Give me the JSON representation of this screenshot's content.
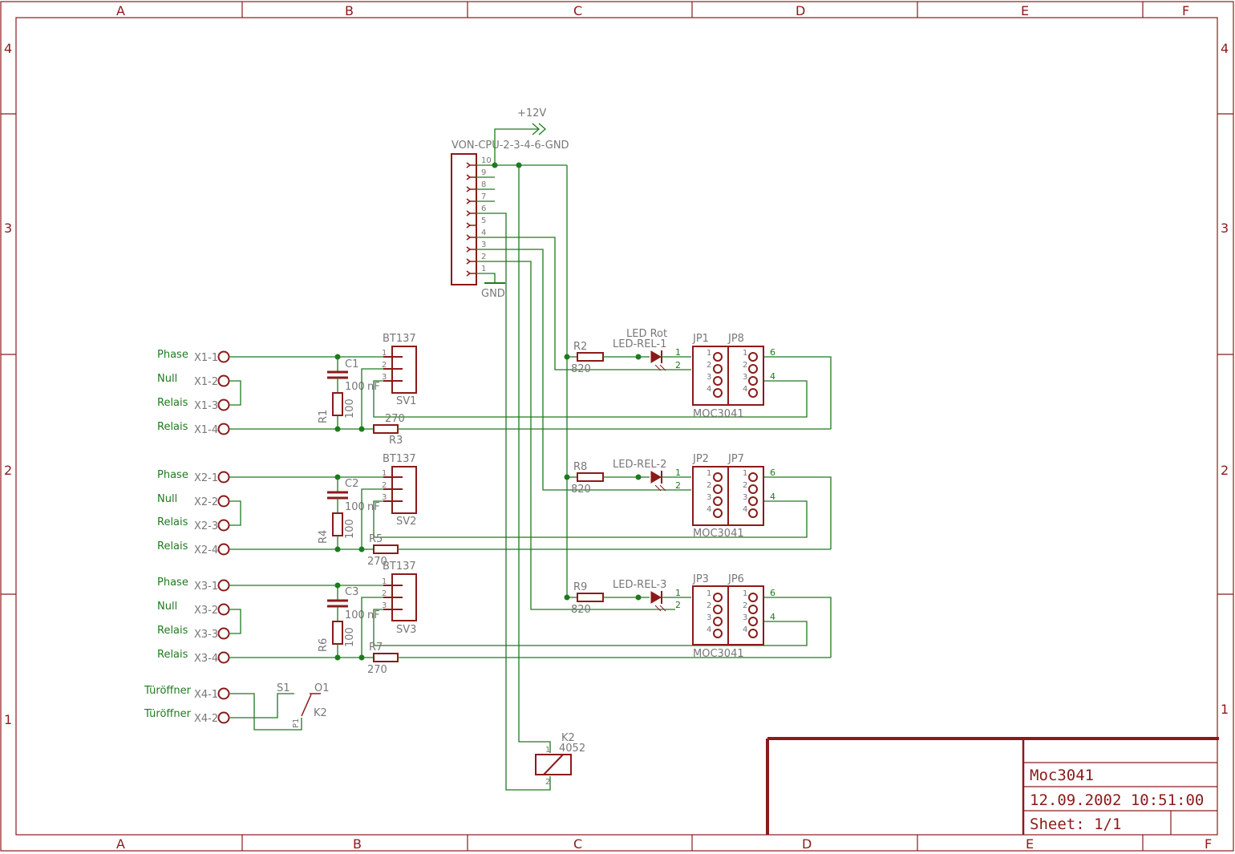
{
  "frame": {
    "columns": [
      "A",
      "B",
      "C",
      "D",
      "E",
      "F"
    ],
    "rows": [
      "4",
      "3",
      "2",
      "1"
    ]
  },
  "title_block": {
    "name": "Moc3041",
    "datetime": "12.09.2002 10:51:00",
    "sheet": "Sheet: 1/1"
  },
  "power": {
    "supply": "+12V",
    "ground": "GND"
  },
  "connector": {
    "name": "VON-CPU-2-3-4-6-GND",
    "pins": [
      "10",
      "9",
      "8",
      "7",
      "6",
      "5",
      "4",
      "3",
      "2",
      "1"
    ]
  },
  "channels": [
    {
      "triac": "BT137",
      "triac_pins": [
        "1",
        "2",
        "3"
      ],
      "socket": "SV1",
      "cap": "C1",
      "cap_value": "100",
      "cap_unit": "nF",
      "snubber_r": "R1",
      "snubber_r_value": "100",
      "gate_r": "R3",
      "gate_r_value": "270",
      "led_r": "R2",
      "led_r_value": "820",
      "led_name": "LED-REL-1",
      "led_extra": "LED Rot",
      "led_pins": [
        "1",
        "2"
      ],
      "jp_left": "JP1",
      "jp_right": "JP8",
      "jp_pins": [
        "1",
        "2",
        "3",
        "4"
      ],
      "out_pins": [
        "6",
        "4"
      ],
      "opto": "MOC3041",
      "terminals": [
        {
          "label": "Phase",
          "name": "X1-1"
        },
        {
          "label": "Null",
          "name": "X1-2"
        },
        {
          "label": "Relais",
          "name": "X1-3"
        },
        {
          "label": "Relais",
          "name": "X1-4"
        }
      ]
    },
    {
      "triac": "BT137",
      "triac_pins": [
        "1",
        "2",
        "3"
      ],
      "socket": "SV2",
      "cap": "C2",
      "cap_value": "100",
      "cap_unit": "nF",
      "snubber_r": "R4",
      "snubber_r_value": "100",
      "gate_r": "R5",
      "gate_r_value": "270",
      "led_r": "R8",
      "led_r_value": "820",
      "led_name": "LED-REL-2",
      "led_extra": "",
      "led_pins": [
        "1",
        "2"
      ],
      "jp_left": "JP2",
      "jp_right": "JP7",
      "jp_pins": [
        "1",
        "2",
        "3",
        "4"
      ],
      "out_pins": [
        "6",
        "4"
      ],
      "opto": "MOC3041",
      "terminals": [
        {
          "label": "Phase",
          "name": "X2-1"
        },
        {
          "label": "Null",
          "name": "X2-2"
        },
        {
          "label": "Relais",
          "name": "X2-3"
        },
        {
          "label": "Relais",
          "name": "X2-4"
        }
      ]
    },
    {
      "triac": "BT137",
      "triac_pins": [
        "1",
        "2",
        "3"
      ],
      "socket": "SV3",
      "cap": "C3",
      "cap_value": "100",
      "cap_unit": "nF",
      "snubber_r": "R6",
      "snubber_r_value": "100",
      "gate_r": "R7",
      "gate_r_value": "270",
      "led_r": "R9",
      "led_r_value": "820",
      "led_name": "LED-REL-3",
      "led_extra": "",
      "led_pins": [
        "1",
        "2"
      ],
      "jp_left": "JP3",
      "jp_right": "JP6",
      "jp_pins": [
        "1",
        "2",
        "3",
        "4"
      ],
      "out_pins": [
        "6",
        "4"
      ],
      "opto": "MOC3041",
      "terminals": [
        {
          "label": "Phase",
          "name": "X3-1"
        },
        {
          "label": "Null",
          "name": "X3-2"
        },
        {
          "label": "Relais",
          "name": "X3-3"
        },
        {
          "label": "Relais",
          "name": "X3-4"
        }
      ]
    }
  ],
  "door": {
    "terminals": [
      {
        "label": "Türöffner",
        "name": "X4-1"
      },
      {
        "label": "Türöffner",
        "name": "X4-2"
      }
    ],
    "contact_s": "S1",
    "contact_o": "O1",
    "contact_p": "P1",
    "contact_name": "K2"
  },
  "relay": {
    "name": "K2",
    "type": "4052",
    "pins": [
      "1",
      "2"
    ]
  }
}
